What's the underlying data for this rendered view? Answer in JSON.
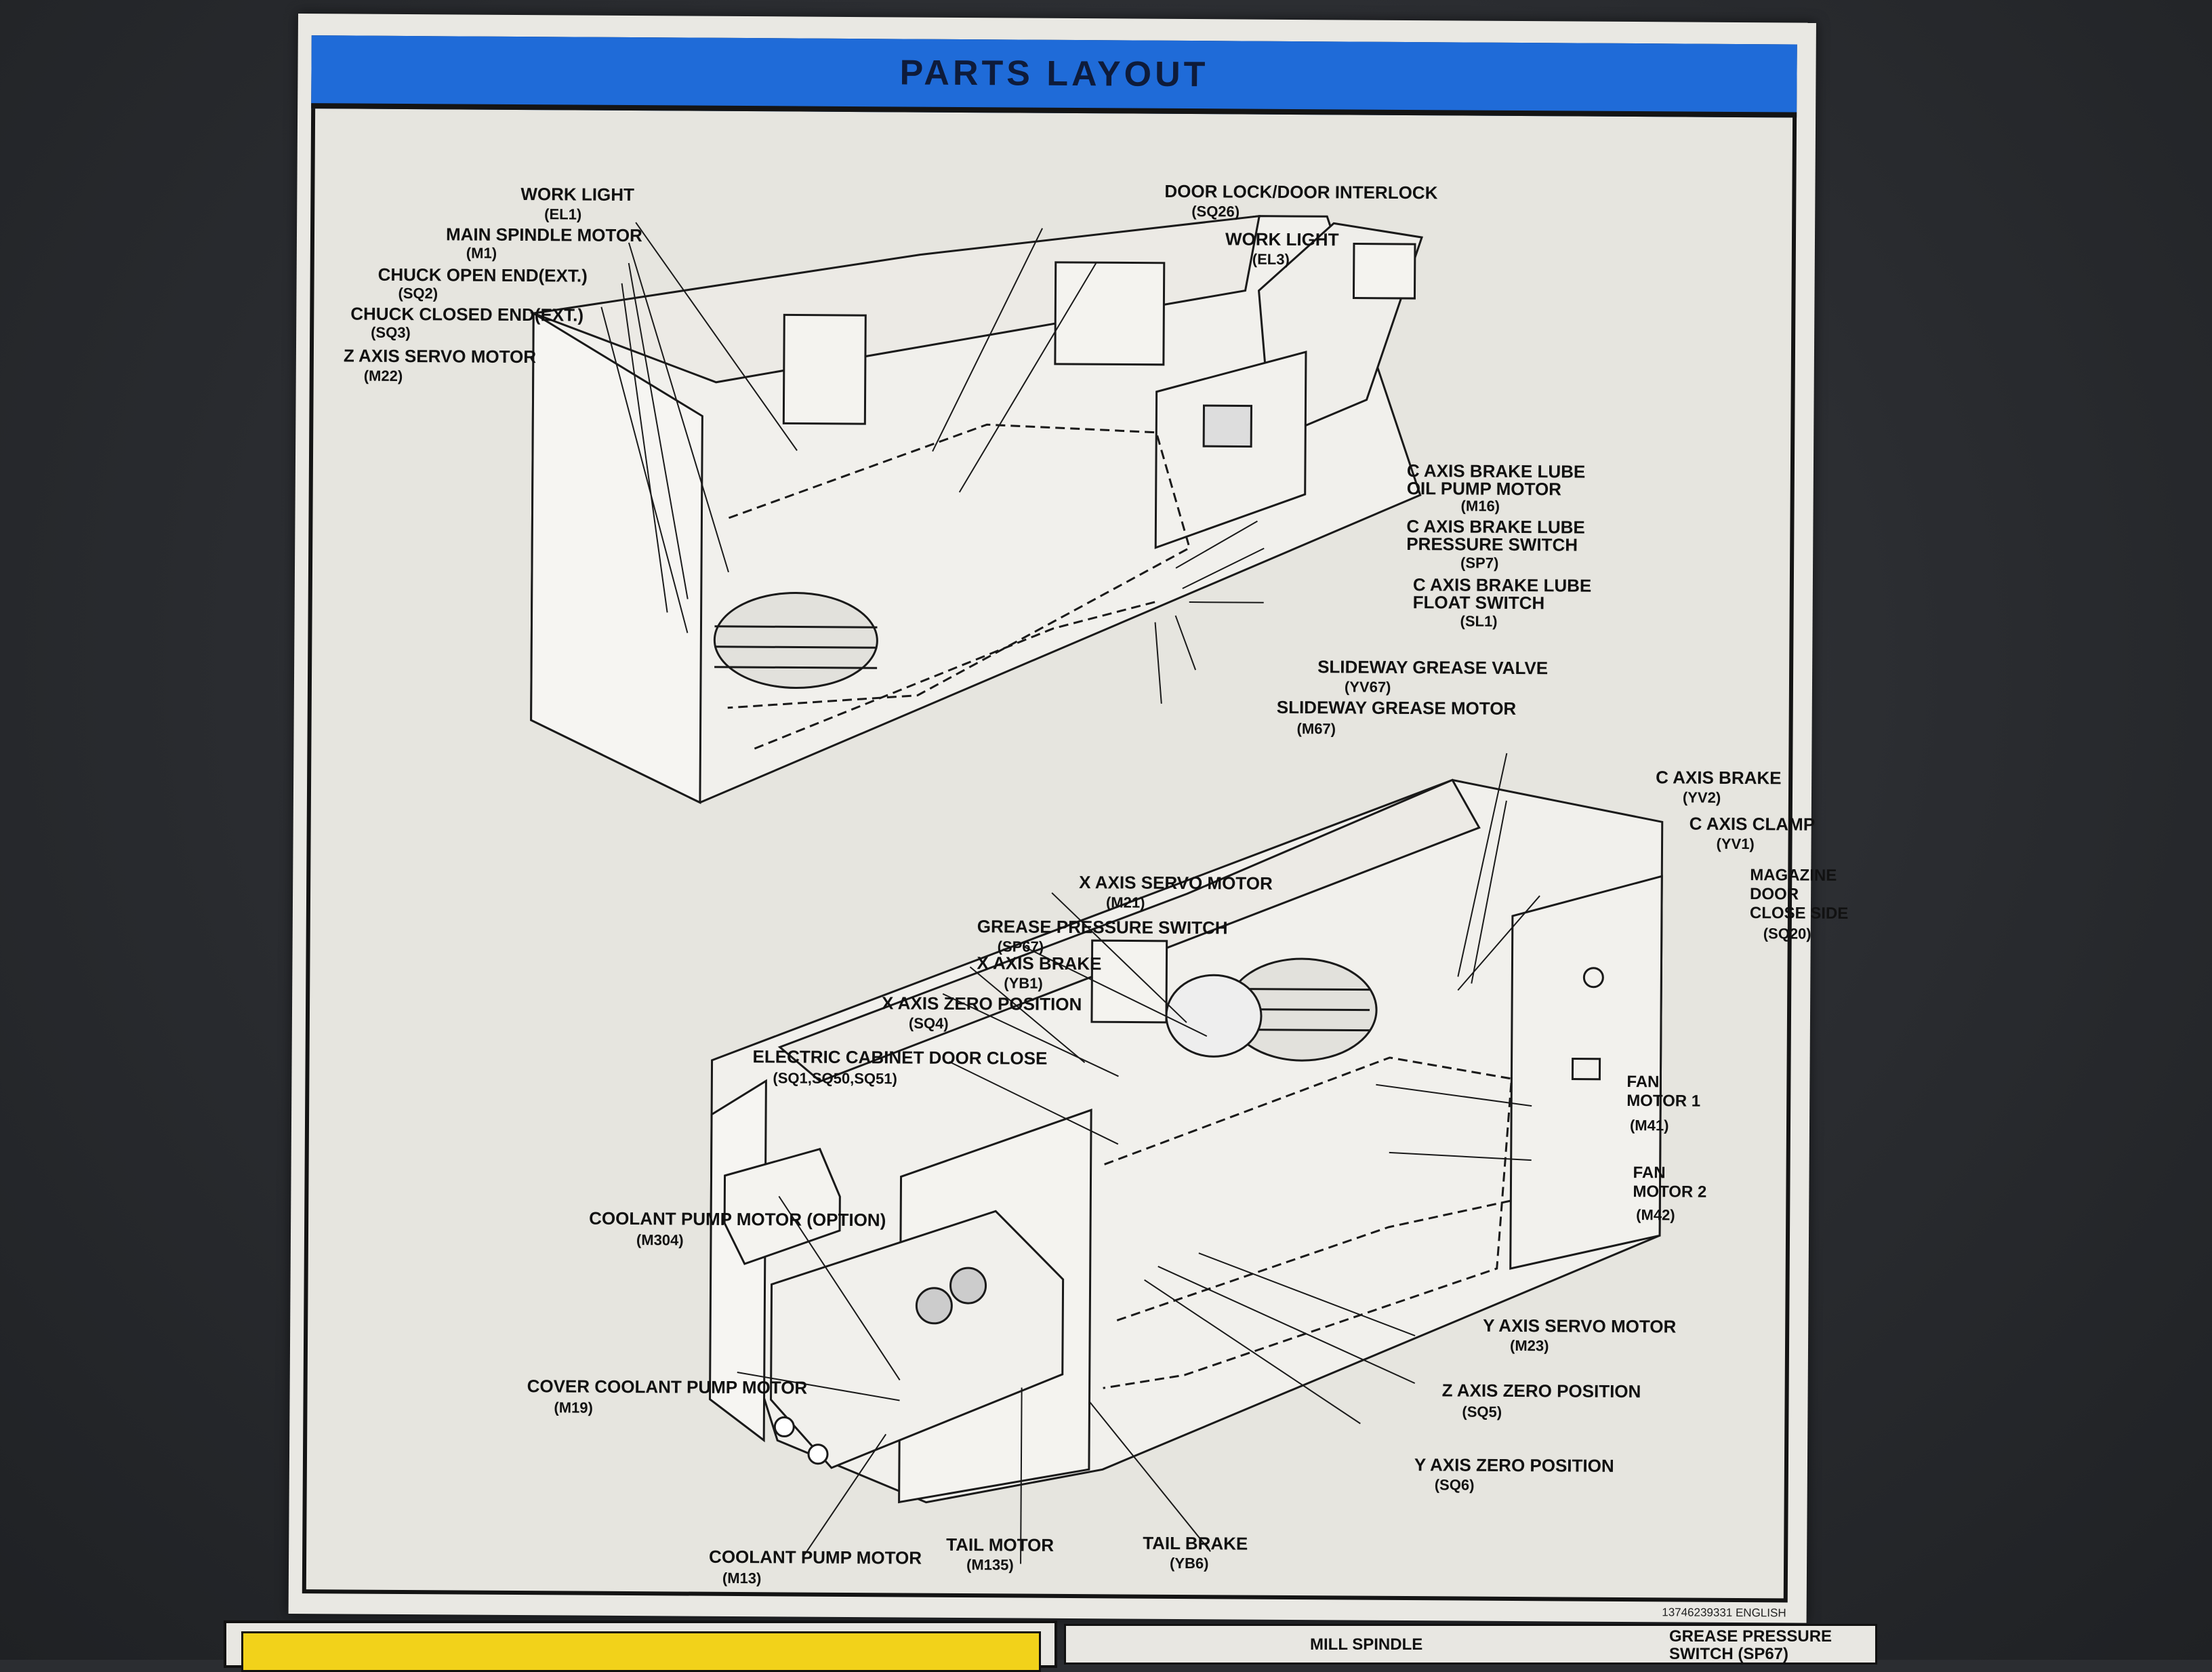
{
  "header": {
    "title": "PARTS LAYOUT"
  },
  "labels": {
    "work_light_el1": "WORK LIGHT",
    "work_light_el1_code": "(EL1)",
    "main_spindle_motor": "MAIN SPINDLE MOTOR",
    "main_spindle_motor_code": "(M1)",
    "chuck_open_end": "CHUCK OPEN END(EXT.)",
    "chuck_open_end_code": "(SQ2)",
    "chuck_closed_end": "CHUCK CLOSED END(EXT.)",
    "chuck_closed_end_code": "(SQ3)",
    "z_axis_servo_motor": "Z AXIS SERVO MOTOR",
    "z_axis_servo_motor_code": "(M22)",
    "door_lock": "DOOR LOCK/DOOR INTERLOCK",
    "door_lock_code": "(SQ26)",
    "work_light_el3": "WORK LIGHT",
    "work_light_el3_code": "(EL3)",
    "c_axis_brake_lube_oil_1": "C AXIS BRAKE LUBE",
    "c_axis_brake_lube_oil_2": "OIL PUMP MOTOR",
    "c_axis_brake_lube_oil_code": "(M16)",
    "c_axis_brake_lube_pressure_1": "C AXIS BRAKE LUBE",
    "c_axis_brake_lube_pressure_2": "PRESSURE SWITCH",
    "c_axis_brake_lube_pressure_code": "(SP7)",
    "c_axis_brake_lube_float_1": "C AXIS BRAKE LUBE",
    "c_axis_brake_lube_float_2": "FLOAT SWITCH",
    "c_axis_brake_lube_float_code": "(SL1)",
    "slideway_grease_valve": "SLIDEWAY GREASE VALVE",
    "slideway_grease_valve_code": "(YV67)",
    "slideway_grease_motor": "SLIDEWAY GREASE MOTOR",
    "slideway_grease_motor_code": "(M67)",
    "c_axis_brake": "C AXIS BRAKE",
    "c_axis_brake_code": "(YV2)",
    "c_axis_clamp": "C AXIS CLAMP",
    "c_axis_clamp_code": "(YV1)",
    "magazine_1": "MAGAZINE",
    "magazine_2": "DOOR",
    "magazine_3": "CLOSE SIDE",
    "magazine_code": "(SQ20)",
    "x_axis_servo_motor": "X AXIS SERVO MOTOR",
    "x_axis_servo_motor_code": "(M21)",
    "grease_pressure_switch": "GREASE PRESSURE SWITCH",
    "grease_pressure_switch_code": "(SP67)",
    "x_axis_brake": "X AXIS BRAKE",
    "x_axis_brake_code": "(YB1)",
    "x_axis_zero_position": "X AXIS ZERO POSITION",
    "x_axis_zero_position_code": "(SQ4)",
    "electric_cabinet": "ELECTRIC CABINET DOOR CLOSE",
    "electric_cabinet_code": "(SQ1,SQ50,SQ51)",
    "fan_motor_1_a": "FAN",
    "fan_motor_1_b": "MOTOR 1",
    "fan_motor_1_code": "(M41)",
    "fan_motor_2_a": "FAN",
    "fan_motor_2_b": "MOTOR 2",
    "fan_motor_2_code": "(M42)",
    "coolant_pump_motor_option": "COOLANT PUMP MOTOR (OPTION)",
    "coolant_pump_motor_option_code": "(M304)",
    "y_axis_servo_motor": "Y AXIS SERVO MOTOR",
    "y_axis_servo_motor_code": "(M23)",
    "z_axis_zero_position": "Z AXIS ZERO POSITION",
    "z_axis_zero_position_code": "(SQ5)",
    "cover_coolant_pump_motor": "COVER COOLANT PUMP MOTOR",
    "cover_coolant_pump_motor_code": "(M19)",
    "y_axis_zero_position": "Y AXIS ZERO POSITION",
    "y_axis_zero_position_code": "(SQ6)",
    "coolant_pump_motor": "COOLANT PUMP MOTOR",
    "coolant_pump_motor_code": "(M13)",
    "tail_motor": "TAIL MOTOR",
    "tail_motor_code": "(M135)",
    "tail_brake": "TAIL BRAKE",
    "tail_brake_code": "(YB6)"
  },
  "footer": {
    "part_number": "13746239331  ENGLISH"
  },
  "bottom_plate": {
    "mill_spindle": "MILL SPINDLE",
    "grease_pressure_1": "GREASE  PRESSURE",
    "grease_pressure_2": "SWITCH  (SP67)"
  },
  "colors": {
    "title_bar": "#1f6bd8",
    "plate": "#e9e8e3",
    "background": "#2b2d31",
    "warning": "#f2d21a"
  }
}
